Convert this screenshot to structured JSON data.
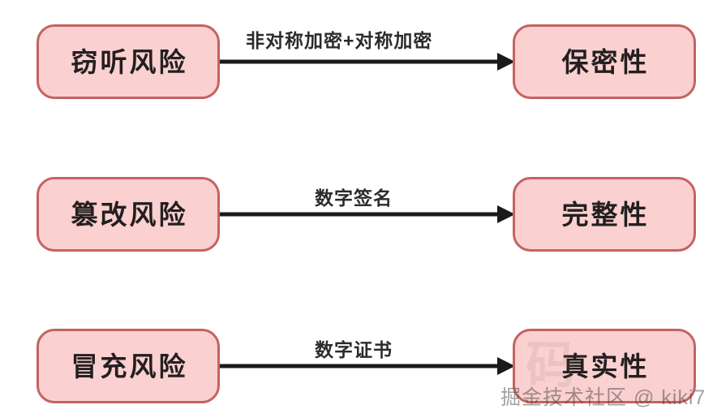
{
  "diagram": {
    "type": "flow-mapping",
    "background_color": "#ffffff",
    "node_fill": "#fbd0d0",
    "node_border": "#c46361",
    "arrow_color": "#1a1a1a",
    "rows": [
      {
        "source": "窃听风险",
        "edge_label": "非对称加密+对称加密",
        "target": "保密性"
      },
      {
        "source": "篡改风险",
        "edge_label": "数字签名",
        "target": "完整性"
      },
      {
        "source": "冒充风险",
        "edge_label": "数字证书",
        "target": "真实性"
      }
    ]
  },
  "watermark": {
    "text": "掘金技术社区 @ kiki7",
    "background_glyph": "码"
  }
}
